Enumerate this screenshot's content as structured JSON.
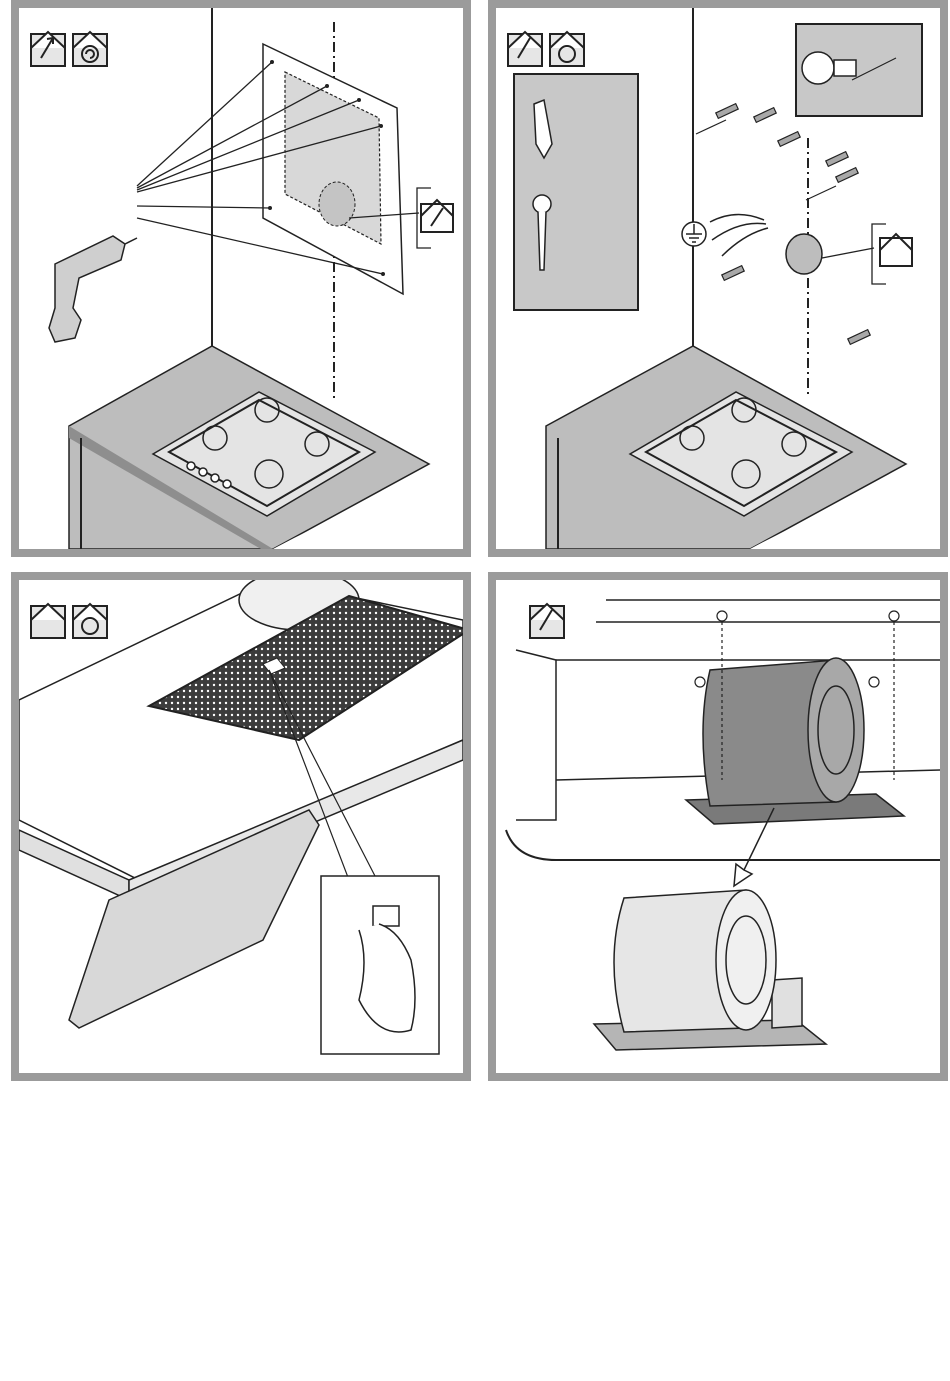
{
  "panels": [
    {
      "id": "step-1",
      "icons": [
        "vented-exhaust-icon",
        "recirculation-icon"
      ]
    },
    {
      "id": "step-2",
      "icons": [
        "vented-exhaust-icon",
        "recirculation-icon"
      ]
    },
    {
      "id": "step-3",
      "icons": [
        "vented-exhaust-icon",
        "recirculation-icon"
      ]
    },
    {
      "id": "step-4",
      "icons": [
        "vented-exhaust-icon"
      ]
    }
  ],
  "colors": {
    "frame": "#9b9b9b",
    "line": "#222222",
    "shade": "#d4d4d4",
    "dark": "#3c3c3c"
  }
}
